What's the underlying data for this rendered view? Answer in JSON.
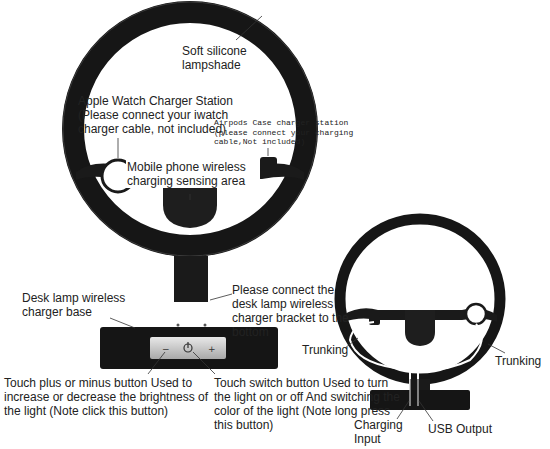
{
  "diagram": {
    "labels": [
      "Soft silicone lampshade",
      "Apple Watch Charger Station (Please connect your iwatch charger cable, not included)",
      "Airpods Case charger station (please connect your charging cable,Not included)",
      "Mobile phone wireless charging sensing area",
      "Please connect the desk lamp wireless charger bracket to the bottom",
      "Desk lamp wireless charger base",
      "Touch plus or minus button Used to increase or decrease the brightness of the light (Note click this button)",
      "Touch switch button Used to turn the light on or off And switching the color of the light (Note long press this button)",
      "Trunking",
      "Trunking",
      "Charging Input",
      "USB Output"
    ]
  }
}
